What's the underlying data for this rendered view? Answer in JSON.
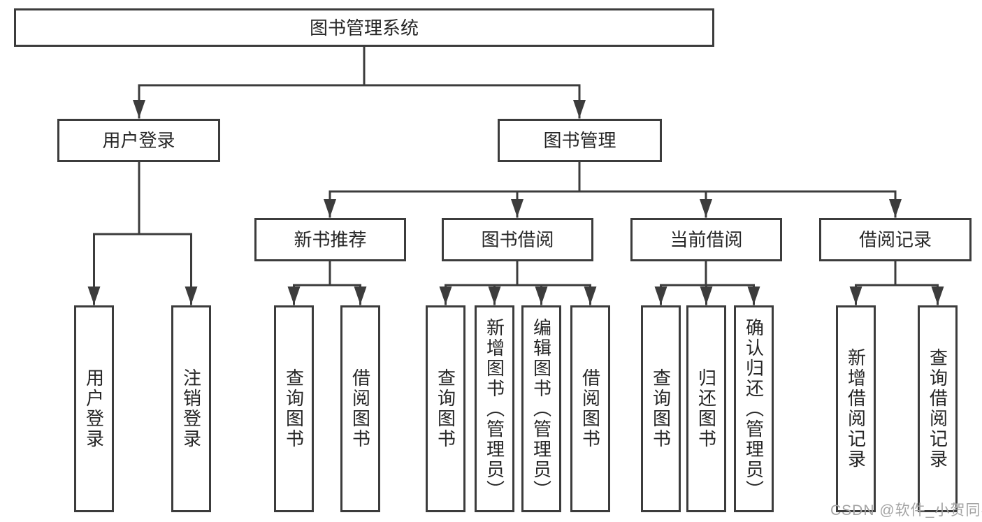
{
  "tree": {
    "label": "图书管理系统",
    "children": [
      {
        "label": "用户登录",
        "children": [
          {
            "label": "用户登录"
          },
          {
            "label": "注销登录"
          }
        ]
      },
      {
        "label": "图书管理",
        "children": [
          {
            "label": "新书推荐",
            "children": [
              {
                "label": "查询图书"
              },
              {
                "label": "借阅图书"
              }
            ]
          },
          {
            "label": "图书借阅",
            "children": [
              {
                "label": "查询图书"
              },
              {
                "label": "新增图书（管理员）"
              },
              {
                "label": "编辑图书（管理员）"
              },
              {
                "label": "借阅图书"
              }
            ]
          },
          {
            "label": "当前借阅",
            "children": [
              {
                "label": "查询图书"
              },
              {
                "label": "归还图书"
              },
              {
                "label": "确认归还（管理员）"
              }
            ]
          },
          {
            "label": "借阅记录",
            "children": [
              {
                "label": "新增借阅记录"
              },
              {
                "label": "查询借阅记录"
              }
            ]
          }
        ]
      }
    ]
  },
  "watermark": {
    "text": "CSDN @软件_小贺同学"
  },
  "colors": {
    "line": "#3c3c3c",
    "box_border": "#3c3c3c",
    "box_background": "#ffffff",
    "text": "#262626",
    "watermark": "#a3a3a3",
    "page_background": "#ffffff"
  }
}
